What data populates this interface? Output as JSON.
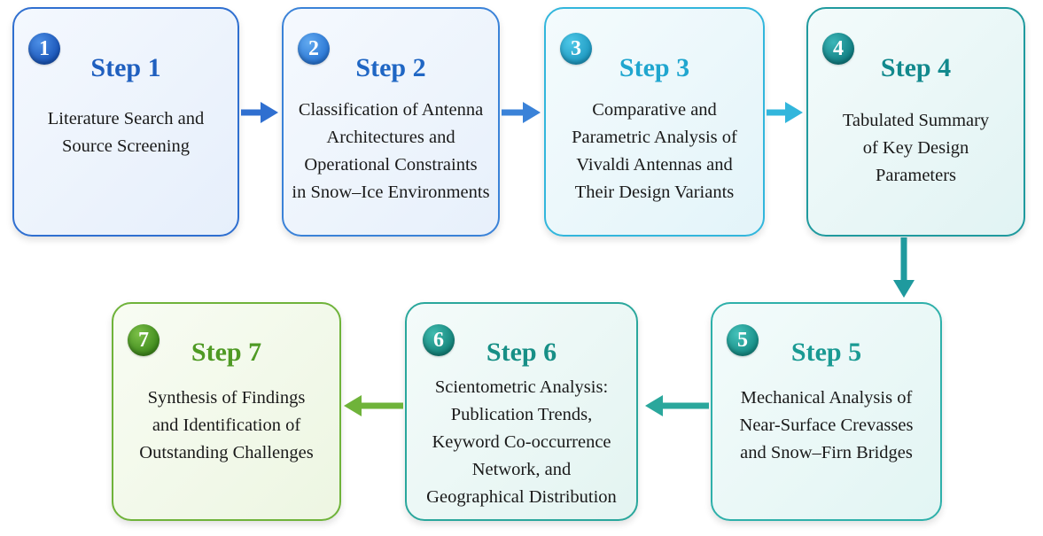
{
  "steps": [
    {
      "number": "1",
      "title": "Step 1",
      "lines": [
        "Literature Search and",
        "Source Screening"
      ]
    },
    {
      "number": "2",
      "title": "Step 2",
      "lines": [
        "Classification of Antenna",
        "Architectures and",
        "Operational Constraints",
        "in Snow–Ice Environments"
      ]
    },
    {
      "number": "3",
      "title": "Step 3",
      "lines": [
        "Comparative and",
        "Parametric Analysis of",
        "Vivaldi Antennas and",
        "Their Design Variants"
      ]
    },
    {
      "number": "4",
      "title": "Step 4",
      "lines": [
        "Tabulated Summary",
        "of Key Design",
        "Parameters"
      ]
    },
    {
      "number": "5",
      "title": "Step 5",
      "lines": [
        "Mechanical Analysis of",
        "Near-Surface Crevasses",
        "and Snow–Firn Bridges"
      ]
    },
    {
      "number": "6",
      "title": "Step 6",
      "lines": [
        "Scientometric Analysis:",
        "Publication Trends,",
        "Keyword Co-occurrence",
        "Network, and",
        "Geographical Distribution"
      ]
    },
    {
      "number": "7",
      "title": "Step 7",
      "lines": [
        "Synthesis of Findings",
        "and Identification of",
        "Outstanding Challenges"
      ]
    }
  ],
  "colors": {
    "step1": "#2f6fd0",
    "step2": "#3a82d8",
    "step3": "#32b6dc",
    "step4": "#1f9a9e",
    "step5": "#2eb0aa",
    "step6": "#2aa79c",
    "step7": "#6fb33a"
  }
}
